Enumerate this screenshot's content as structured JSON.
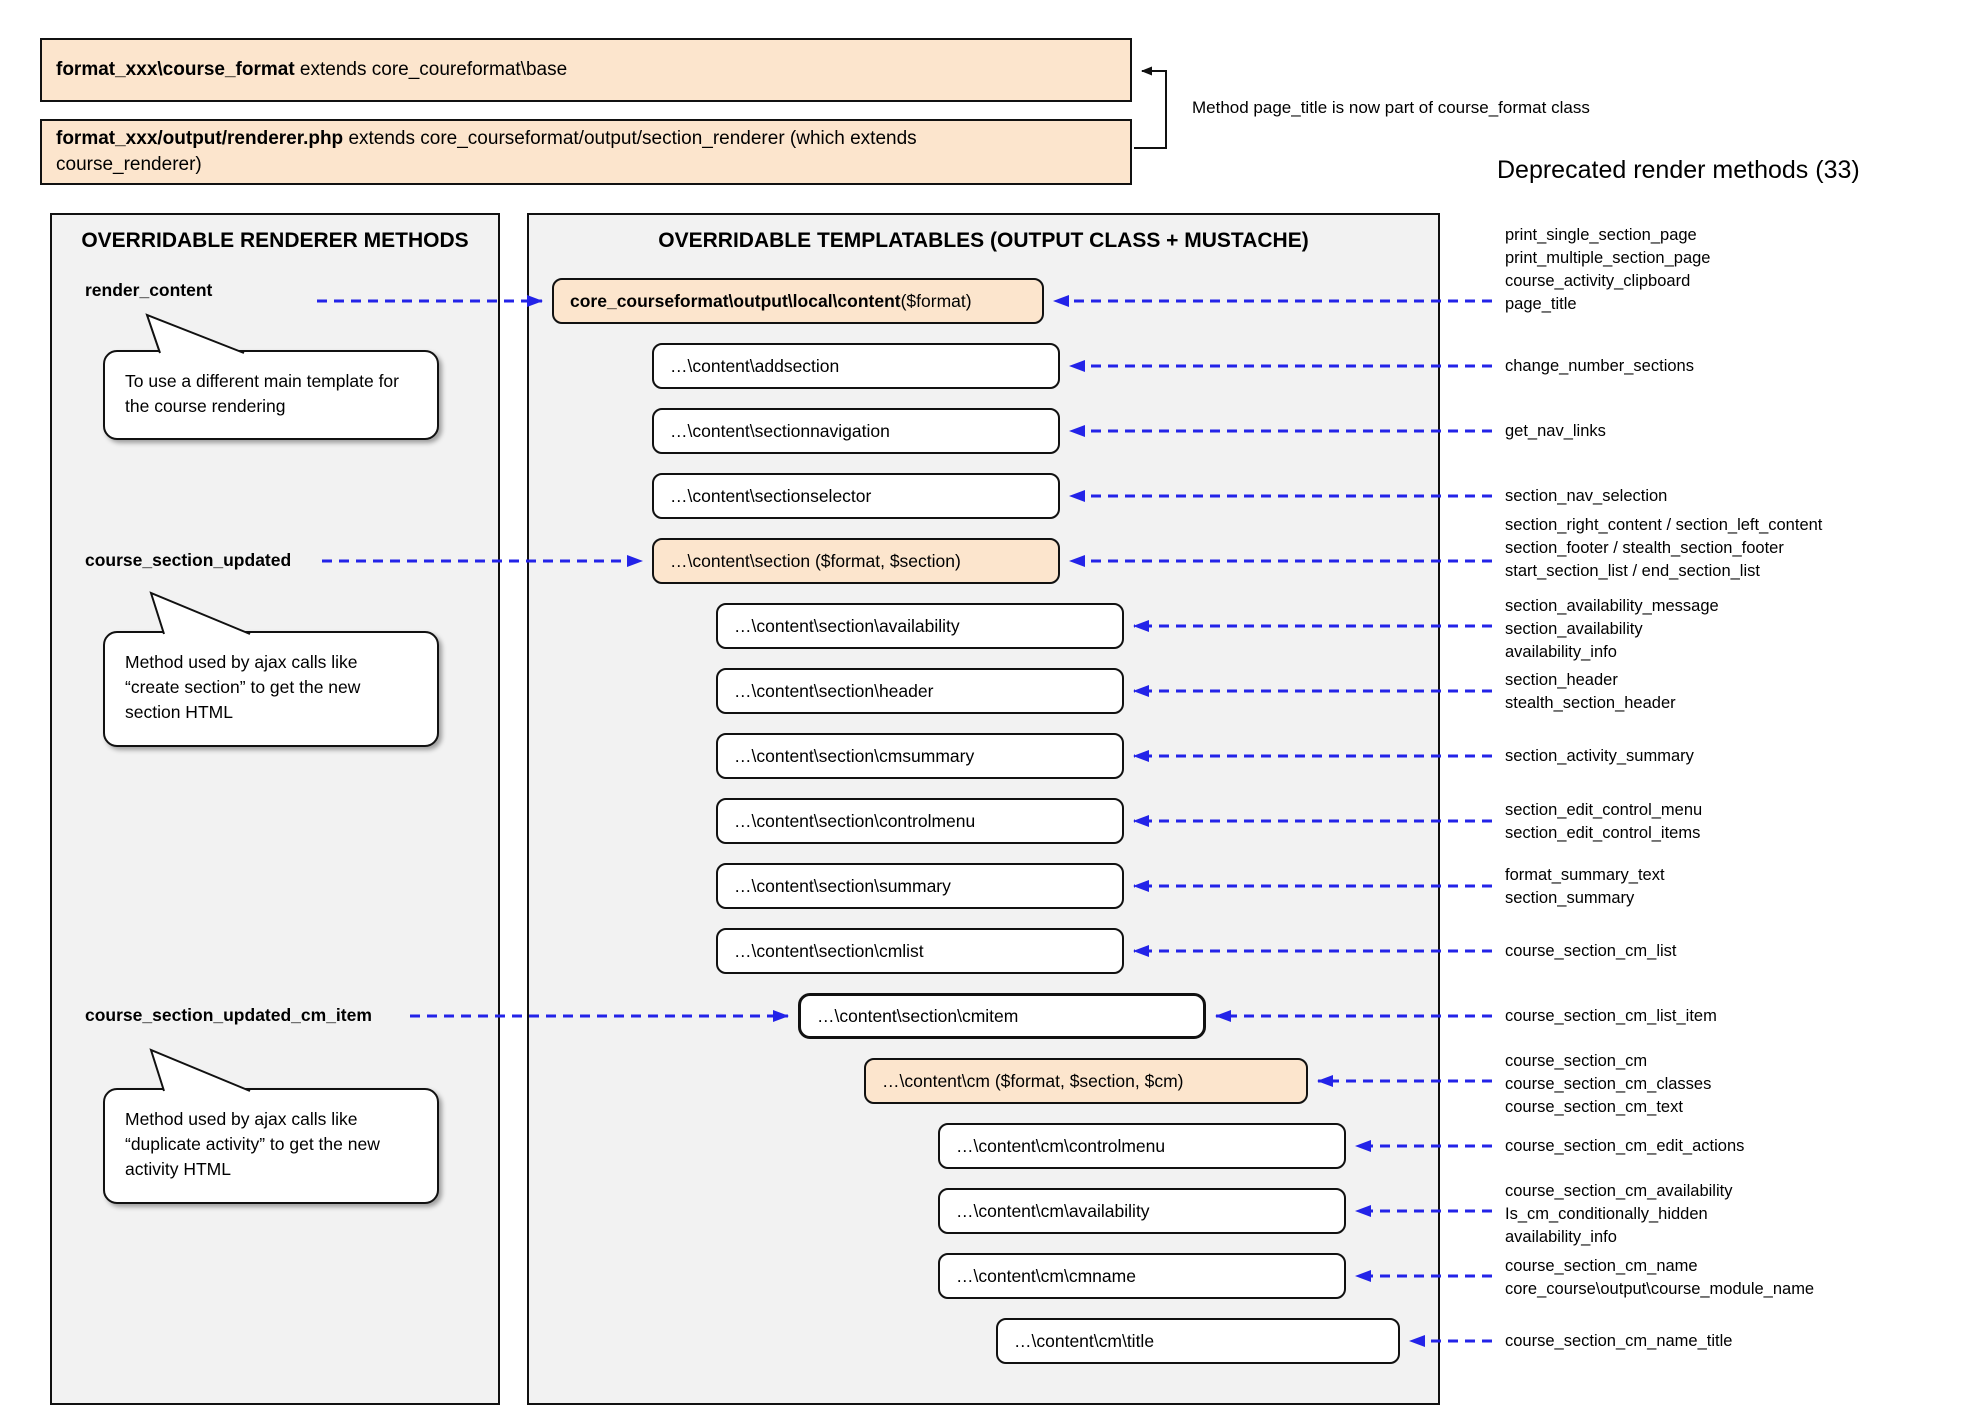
{
  "top": {
    "box1": {
      "bold": "format_xxx\\course_format",
      "rest": " extends core_coureformat\\base"
    },
    "box2": {
      "bold": "format_xxx/output/renderer.php",
      "rest": " extends core_courseformat/output/section_renderer (which extends course_renderer)"
    },
    "bracket_note": "Method page_title is now part of course_format class",
    "deprecated_title": "Deprecated render methods (33)"
  },
  "left_panel": {
    "title": "OVERRIDABLE RENDERER METHODS",
    "methods": [
      {
        "label": "render_content",
        "note": "To use a different main template for the course rendering"
      },
      {
        "label": "course_section_updated",
        "note": "Method used by ajax calls like “create section” to get the new section HTML"
      },
      {
        "label": "course_section_updated_cm_item",
        "note": "Method used by ajax calls like “duplicate activity” to get the new activity HTML"
      }
    ]
  },
  "middle_panel": {
    "title": "OVERRIDABLE TEMPLATABLES (OUTPUT CLASS + MUSTACHE)",
    "boxes": [
      {
        "bold": "core_courseformat\\output\\local\\content",
        "rest": " ($format)",
        "style": "accent"
      },
      {
        "text": "…\\content\\addsection"
      },
      {
        "text": "…\\content\\sectionnavigation"
      },
      {
        "text": "…\\content\\sectionselector"
      },
      {
        "text": "…\\content\\section ($format, $section)",
        "style": "accent"
      },
      {
        "text": "…\\content\\section\\availability"
      },
      {
        "text": "…\\content\\section\\header"
      },
      {
        "text": "…\\content\\section\\cmsummary"
      },
      {
        "text": "…\\content\\section\\controlmenu"
      },
      {
        "text": "…\\content\\section\\summary"
      },
      {
        "text": "…\\content\\section\\cmlist"
      },
      {
        "text": "…\\content\\section\\cmitem",
        "style": "bold-border"
      },
      {
        "text": "…\\content\\cm ($format, $section, $cm)",
        "style": "accent"
      },
      {
        "text": "…\\content\\cm\\controlmenu"
      },
      {
        "text": "…\\content\\cm\\availability"
      },
      {
        "text": "…\\content\\cm\\cmname"
      },
      {
        "text": "…\\content\\cm\\title"
      }
    ]
  },
  "right_labels": [
    {
      "lines": [
        "print_single_section_page",
        "print_multiple_section_page",
        "course_activity_clipboard",
        "page_title"
      ]
    },
    {
      "lines": [
        "change_number_sections"
      ]
    },
    {
      "lines": [
        "get_nav_links"
      ]
    },
    {
      "lines": [
        "section_nav_selection"
      ]
    },
    {
      "lines": [
        "section_right_content / section_left_content",
        "section_footer / stealth_section_footer",
        "start_section_list / end_section_list"
      ]
    },
    {
      "lines": [
        "section_availability_message",
        "section_availability",
        "availability_info"
      ]
    },
    {
      "lines": [
        "section_header",
        "stealth_section_header"
      ]
    },
    {
      "lines": [
        "section_activity_summary"
      ]
    },
    {
      "lines": [
        "section_edit_control_menu",
        "section_edit_control_items"
      ]
    },
    {
      "lines": [
        "format_summary_text",
        "section_summary"
      ]
    },
    {
      "lines": [
        "course_section_cm_list"
      ]
    },
    {
      "lines": [
        "course_section_cm_list_item"
      ]
    },
    {
      "lines": [
        "course_section_cm",
        "course_section_cm_classes",
        "course_section_cm_text"
      ]
    },
    {
      "lines": [
        "course_section_cm_edit_actions"
      ]
    },
    {
      "lines": [
        "course_section_cm_availability",
        "Is_cm_conditionally_hidden",
        "availability_info"
      ]
    },
    {
      "lines": [
        "course_section_cm_name",
        "core_course\\output\\course_module_name"
      ]
    },
    {
      "lines": [
        "course_section_cm_name_title"
      ]
    }
  ],
  "colors": {
    "accent_fill": "#fce5cd",
    "panel_fill": "#f2f2f2",
    "arrow_blue": "#2323e8",
    "line_black": "#111111"
  }
}
